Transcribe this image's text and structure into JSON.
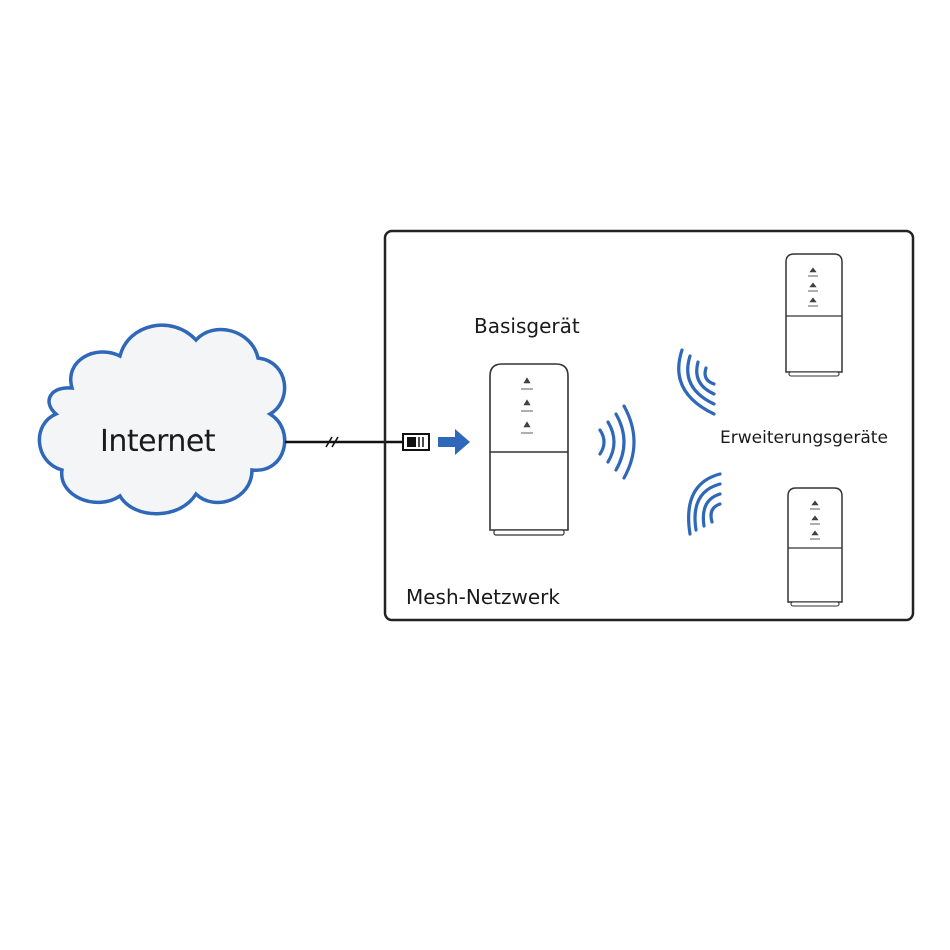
{
  "labels": {
    "internet": "Internet",
    "base_device": "Basisgerät",
    "extension_devices": "Erweiterungsgeräte",
    "mesh_network": "Mesh-Netzwerk"
  },
  "colors": {
    "cloud_stroke": "#2f68b8",
    "cloud_fill": "#f4f5f7",
    "arrow": "#2f68b8",
    "wifi_waves": "#2f68b8",
    "frame": "#222222",
    "device_stroke": "#333333"
  },
  "icons": {
    "cloud": "cloud-icon",
    "ethernet": "ethernet-plug-icon",
    "router": "mesh-router-icon",
    "wifi": "wifi-waves-icon"
  }
}
